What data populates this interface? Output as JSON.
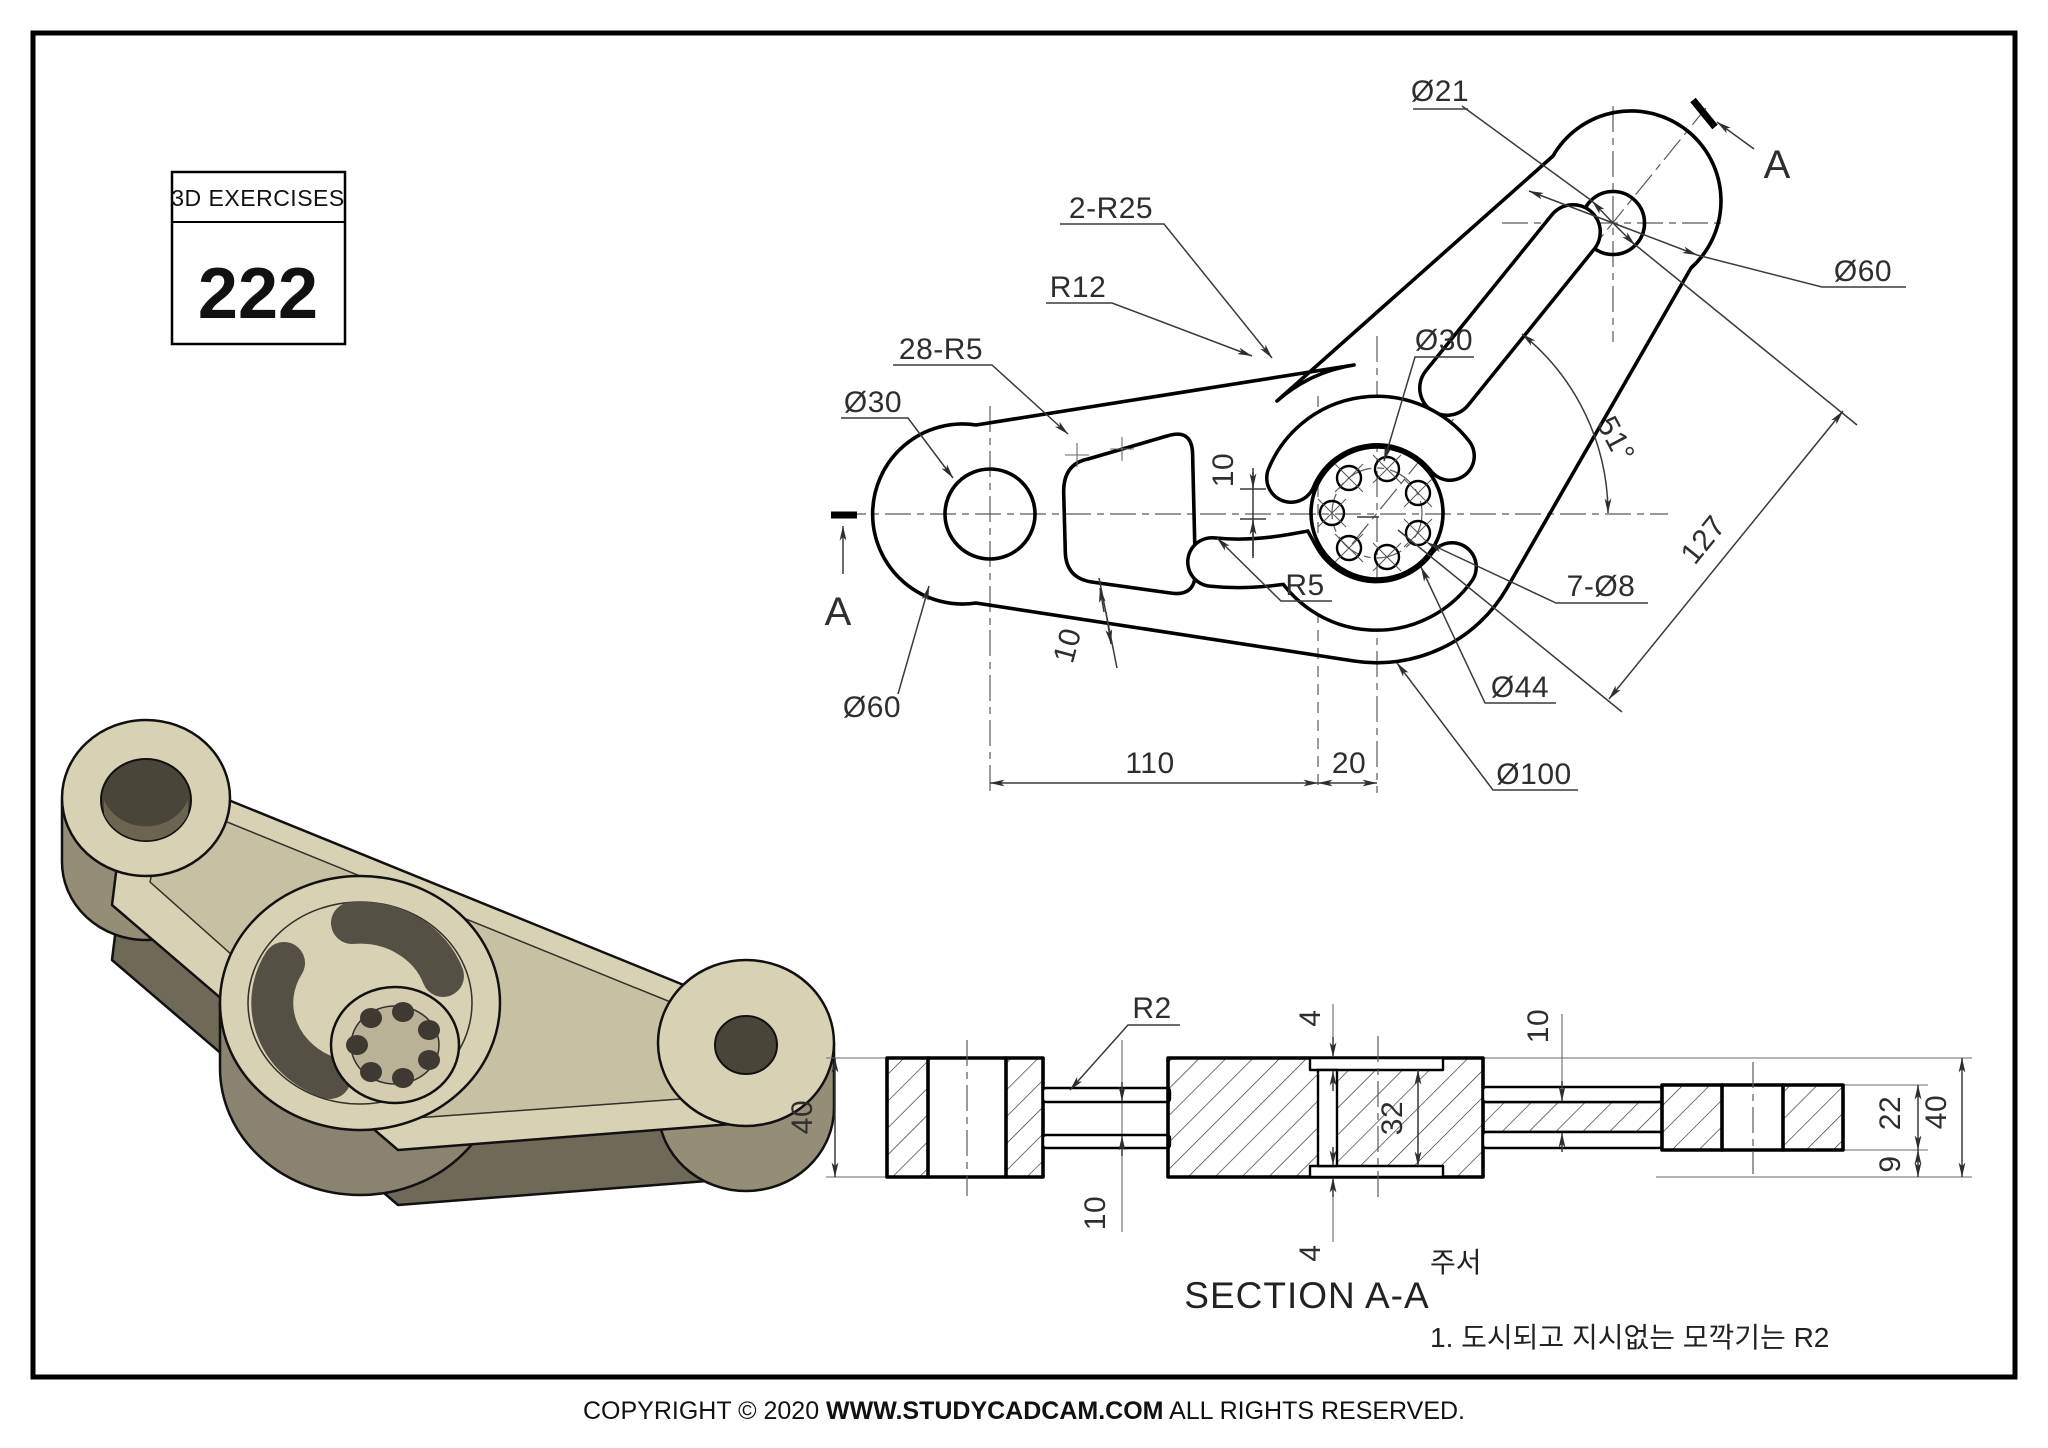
{
  "title_block": {
    "header": "3D EXERCISES",
    "number": "222"
  },
  "top_view": {
    "dims": {
      "dia21": "Ø21",
      "a_right": "A",
      "dia60_tr": "Ø60",
      "two_r25": "2-R25",
      "r12": "R12",
      "r5_28": "28-R5",
      "dia30_left": "Ø30",
      "dia30_hub": "Ø30",
      "angle51": "51°",
      "len127": "127",
      "holes7": "7-Ø8",
      "r5": "R5",
      "dia44": "Ø44",
      "dia100": "Ø100",
      "len110": "110",
      "len20": "20",
      "w10_spoke": "10",
      "w10_arm": "10",
      "dia60_bl": "Ø60",
      "a_left": "A"
    }
  },
  "section_view": {
    "title": "SECTION A-A",
    "dims": {
      "h40_left": "40",
      "r2": "R2",
      "t4_top": "4",
      "w10_left": "10",
      "t4_bot": "4",
      "h32": "32",
      "w10_right": "10",
      "h22": "22",
      "h40_right": "40",
      "h9": "9"
    }
  },
  "notes": {
    "heading": "주서",
    "items": [
      "1. 도시되고 지시없는 모깍기는 R2"
    ]
  },
  "footer": {
    "prefix": "COPYRIGHT © 2020 ",
    "site": "WWW.STUDYCADCAM.COM",
    "suffix": " ALL RIGHTS RESERVED."
  },
  "colors": {
    "paper": "#ffffff",
    "line": "#000000",
    "metal_light": "#d8d2b4",
    "metal_mid": "#958e77",
    "metal_dark": "#6f6958"
  }
}
